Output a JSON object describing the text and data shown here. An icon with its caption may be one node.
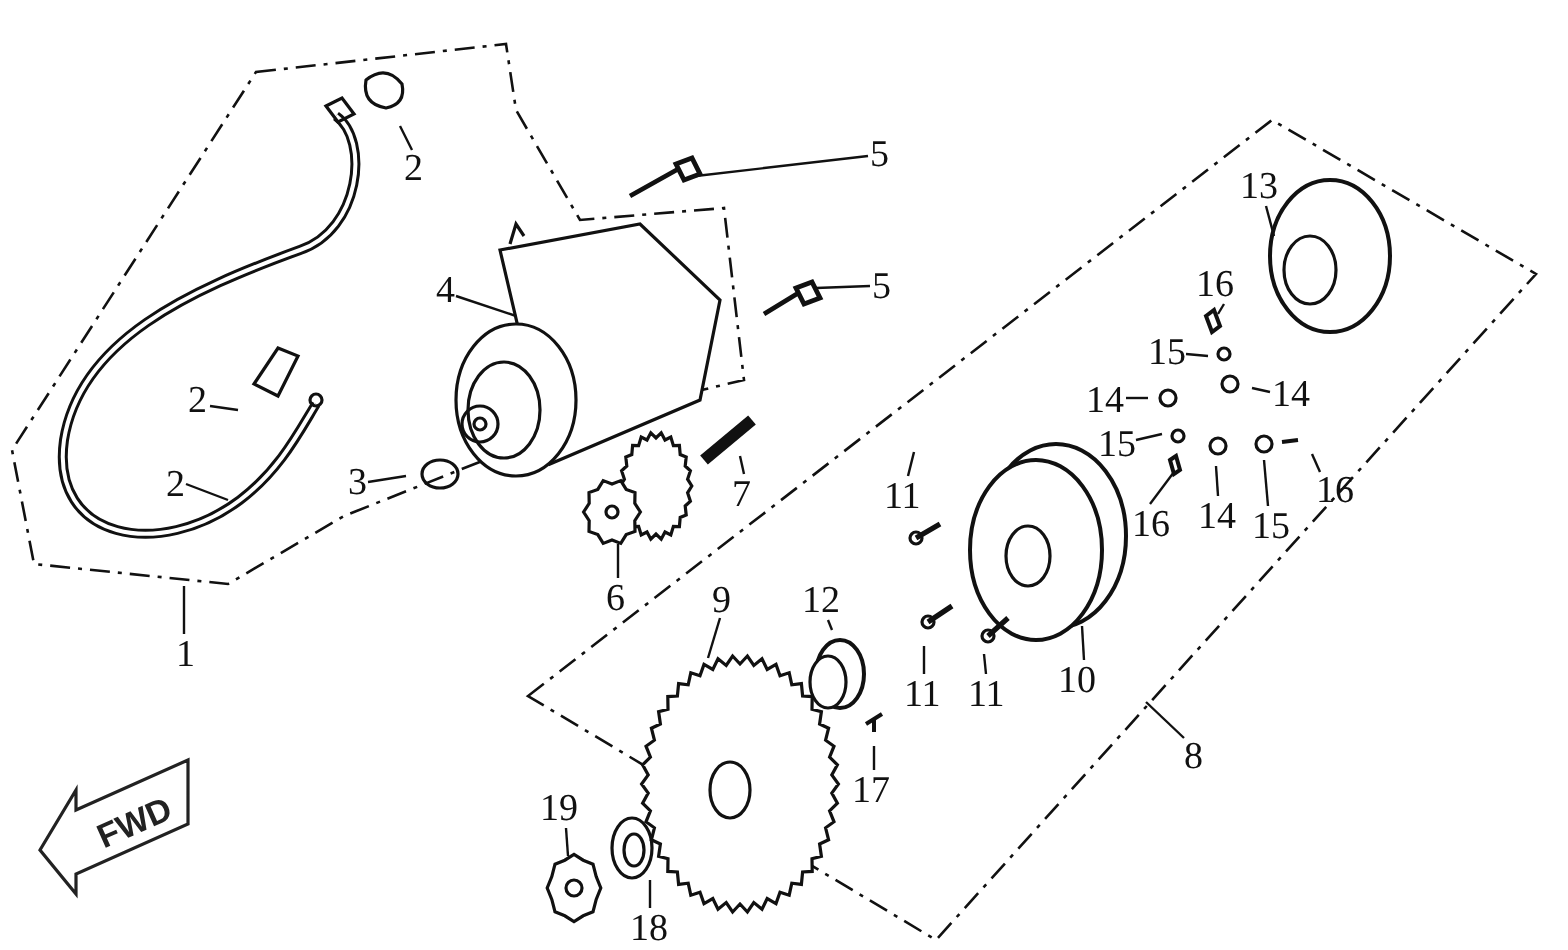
{
  "diagram": {
    "nodes": [
      {
        "text": [
          "2"
        ]
      },
      {
        "text": [
          "5"
        ]
      },
      {
        "text": [
          "4"
        ]
      },
      {
        "text": [
          "5"
        ]
      },
      {
        "text": [
          "13"
        ]
      },
      {
        "text": [
          "16"
        ]
      },
      {
        "text": [
          "2"
        ]
      },
      {
        "text": [
          "15"
        ]
      },
      {
        "text": [
          "14"
        ]
      },
      {
        "text": [
          "14"
        ]
      },
      {
        "text": [
          "2"
        ]
      },
      {
        "text": [
          "3"
        ]
      },
      {
        "text": [
          "7"
        ]
      },
      {
        "text": [
          "15"
        ]
      },
      {
        "text": [
          "16"
        ]
      },
      {
        "text": [
          "14"
        ]
      },
      {
        "text": [
          "15"
        ]
      },
      {
        "text": [
          "16"
        ]
      },
      {
        "text": [
          "11"
        ]
      },
      {
        "text": [
          "6"
        ]
      },
      {
        "text": [
          "9"
        ]
      },
      {
        "text": [
          "12"
        ]
      },
      {
        "text": [
          "11"
        ]
      },
      {
        "text": [
          "11"
        ]
      },
      {
        "text": [
          "10"
        ]
      },
      {
        "text": [
          "1"
        ]
      },
      {
        "text": [
          "8"
        ]
      },
      {
        "text": [
          "17"
        ]
      },
      {
        "text": [
          "19"
        ]
      },
      {
        "text": [
          "18"
        ]
      }
    ],
    "edges": [
      {
        "from": 0,
        "to": null,
        "arrow": "none"
      },
      {
        "from": 1,
        "to": null,
        "arrow": "none"
      },
      {
        "from": 2,
        "to": null,
        "arrow": "none"
      },
      {
        "from": 3,
        "to": null,
        "arrow": "none"
      },
      {
        "from": 4,
        "to": null,
        "arrow": "none"
      },
      {
        "from": 5,
        "to": null,
        "arrow": "none"
      },
      {
        "from": 6,
        "to": null,
        "arrow": "none"
      },
      {
        "from": 7,
        "to": null,
        "arrow": "none"
      },
      {
        "from": 8,
        "to": null,
        "arrow": "none"
      },
      {
        "from": 9,
        "to": null,
        "arrow": "none"
      },
      {
        "from": 10,
        "to": null,
        "arrow": "none"
      },
      {
        "from": 11,
        "to": null,
        "arrow": "none"
      },
      {
        "from": 12,
        "to": null,
        "arrow": "none"
      },
      {
        "from": 13,
        "to": null,
        "arrow": "none"
      },
      {
        "from": 14,
        "to": null,
        "arrow": "none"
      },
      {
        "from": 15,
        "to": null,
        "arrow": "none"
      },
      {
        "from": 16,
        "to": null,
        "arrow": "none"
      },
      {
        "from": 17,
        "to": null,
        "arrow": "none"
      },
      {
        "from": 18,
        "to": null,
        "arrow": "none"
      },
      {
        "from": 19,
        "to": null,
        "arrow": "none"
      },
      {
        "from": 20,
        "to": null,
        "arrow": "none"
      },
      {
        "from": 21,
        "to": null,
        "arrow": "none"
      },
      {
        "from": 22,
        "to": null,
        "arrow": "none"
      },
      {
        "from": 23,
        "to": null,
        "arrow": "none"
      },
      {
        "from": 24,
        "to": null,
        "arrow": "none"
      },
      {
        "from": 25,
        "to": null,
        "arrow": "none"
      },
      {
        "from": 26,
        "to": null,
        "arrow": "none"
      },
      {
        "from": 27,
        "to": null,
        "arrow": "none"
      },
      {
        "from": 28,
        "to": null,
        "arrow": "none"
      },
      {
        "from": 29,
        "to": null,
        "arrow": "none"
      }
    ],
    "labels": [
      "FWD"
    ]
  }
}
